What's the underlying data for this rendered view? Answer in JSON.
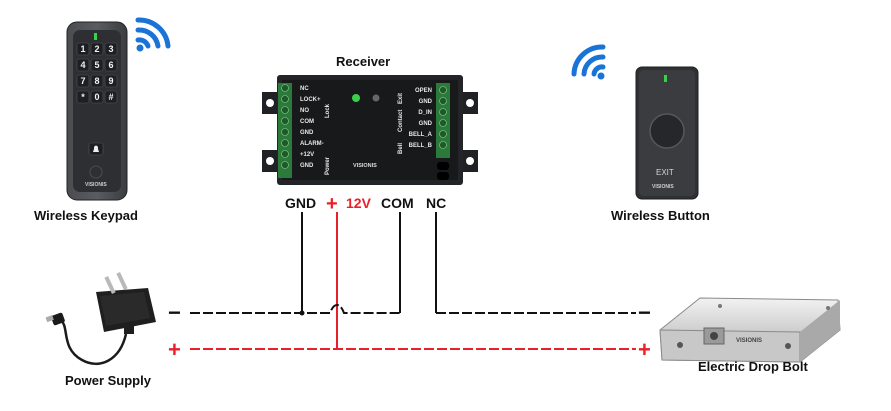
{
  "labels": {
    "receiver": "Receiver",
    "keypad": "Wireless Keypad",
    "button": "Wireless Button",
    "power_supply": "Power Supply",
    "drop_bolt": "Electric Drop Bolt"
  },
  "wires": {
    "gnd": "GND",
    "plus_sign": "+",
    "v12": "12V",
    "com": "COM",
    "nc": "NC",
    "minus": "−",
    "plus": "+"
  },
  "receiver_terminals_left": [
    "NC",
    "LOCK+",
    "NO",
    "COM",
    "GND",
    "ALARM-",
    "+12V",
    "GND"
  ],
  "receiver_terminals_right": [
    "OPEN",
    "GND",
    "D_IN",
    "GND",
    "BELL_A",
    "BELL_B"
  ],
  "receiver_side_labels": {
    "lock": "Lock",
    "exit": "Exit",
    "power": "Power",
    "contact": "Contact",
    "bell": "Bell"
  },
  "keypad_keys": [
    "1",
    "2",
    "3",
    "4",
    "5",
    "6",
    "7",
    "8",
    "9",
    "*",
    "0",
    "#"
  ],
  "brand": "VISIONIS",
  "button_text": "EXIT",
  "colors": {
    "positive_wire": "#e8202a",
    "negative_wire": "#111111",
    "wifi": "#1a73d6",
    "device_dark": "#2b2d30",
    "led_green": "#38d24a"
  }
}
